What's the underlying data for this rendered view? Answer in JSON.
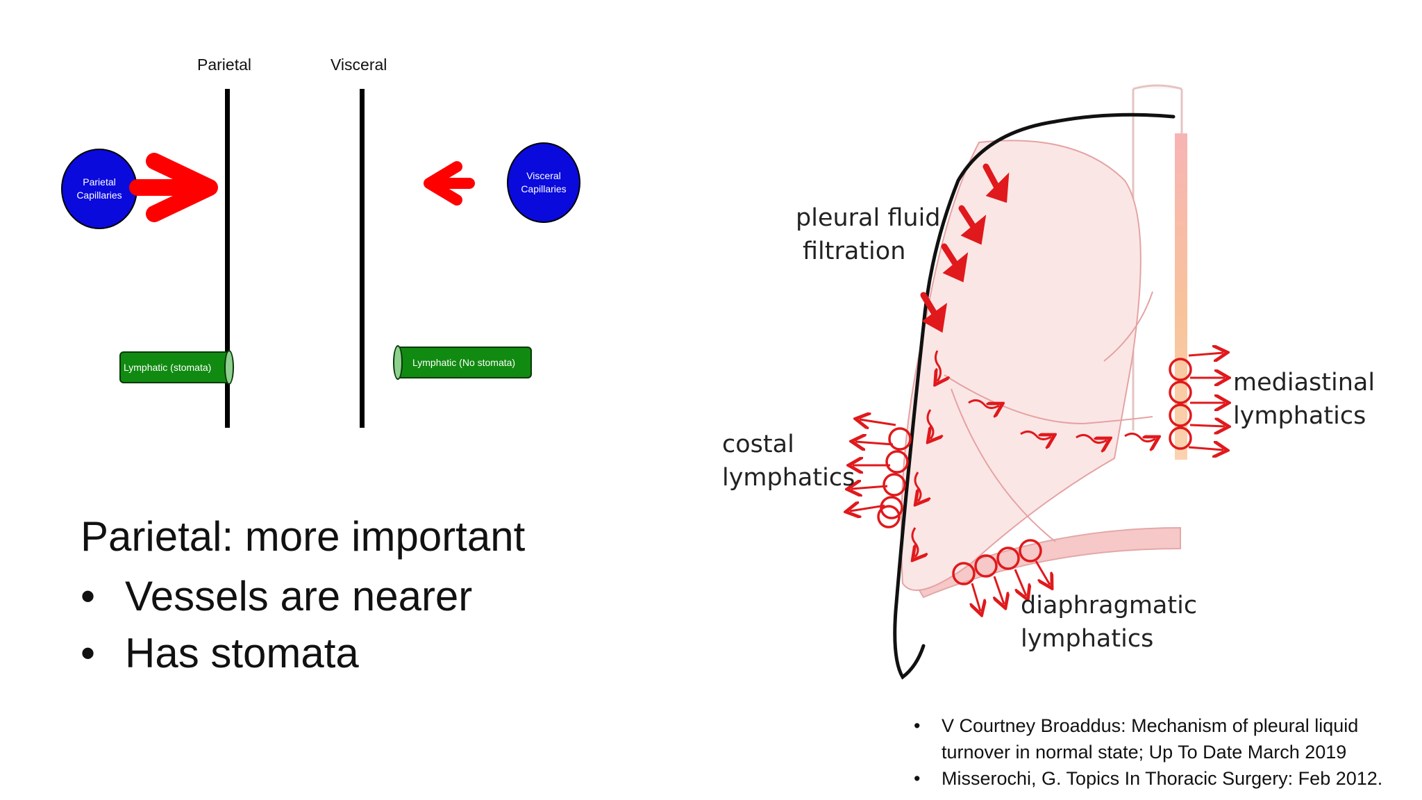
{
  "diagram": {
    "parietal_label": "Parietal",
    "visceral_label": "Visceral",
    "parietal_capillaries": "Parietal Capillaries",
    "visceral_capillaries": "Visceral Capillaries",
    "lymphatic_stomata": "Lymphatic (stomata)",
    "lymphatic_no_stomata": "Lymphatic (No stomata)"
  },
  "notes": {
    "heading": "Parietal: more important",
    "bullets": [
      "Vessels are nearer",
      "Has stomata"
    ]
  },
  "lung": {
    "pleural_fluid": "pleural fluid",
    "filtration": "filtration",
    "costal": "costal",
    "costal_lymphatics": "lymphatics",
    "mediastinal": "mediastinal",
    "mediastinal_lymphatics": "lymphatics",
    "diaphragmatic": "diaphragmatic",
    "diaphragmatic_lymphatics": "lymphatics"
  },
  "references": [
    "V Courtney Broaddus: Mechanism of pleural liquid turnover in normal state; Up To Date March 2019",
    "Misserochi, G. Topics In Thoracic Surgery: Feb 2012."
  ],
  "colors": {
    "capillary": "#0a0adc",
    "arrow": "#ff0000",
    "lymphatic": "#118a11"
  }
}
